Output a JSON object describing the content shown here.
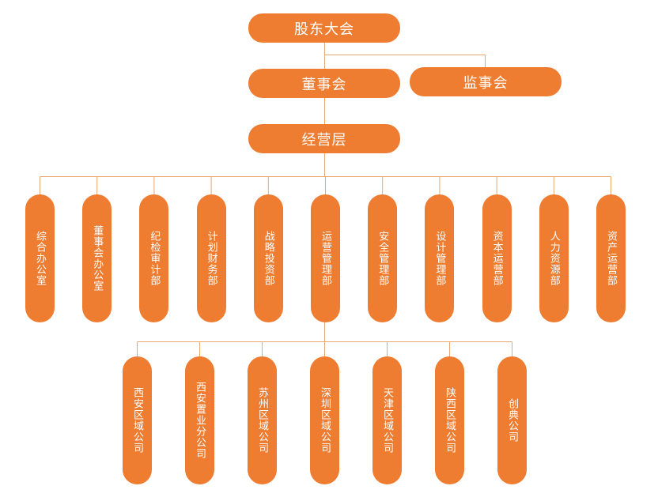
{
  "colors": {
    "node_fill": "#ee7d32",
    "connector": "#eaa770",
    "text": "#ffffff"
  },
  "top": {
    "shareholders": "股东大会",
    "board": "董事会",
    "supervisors": "监事会",
    "management": "经营层"
  },
  "departments": [
    "综合办公室",
    "董事会办公室",
    "纪检审计部",
    "计划财务部",
    "战略投资部",
    "运营管理部",
    "安全管理部",
    "设计管理部",
    "资本运营部",
    "人力资源部",
    "资产运营部"
  ],
  "subsidiaries": [
    "西安区域公司",
    "西安置业分公司",
    "苏州区域公司",
    "深圳区域公司",
    "天津区域公司",
    "陕西区域公司",
    "创典公司"
  ]
}
